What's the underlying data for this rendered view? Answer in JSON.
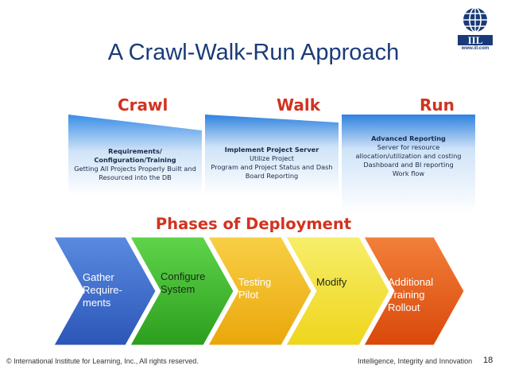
{
  "slide": {
    "title": "A Crawl-Walk-Run Approach",
    "logo_url": "www.iil.com",
    "brand_color": "#1a3b78",
    "accent_color": "#d1331f"
  },
  "stages": [
    {
      "heading": "Crawl",
      "bold": "Requirements/ Configuration/Training",
      "lines": [
        "Getting All Projects Properly Built and Resourced into the DB"
      ]
    },
    {
      "heading": "Walk",
      "bold": "Implement Project Server",
      "lines": [
        "Utilize Project",
        "Program and Project Status and Dash Board Reporting"
      ]
    },
    {
      "heading": "Run",
      "bold": "Advanced Reporting",
      "lines": [
        "Server for resource allocation/utilization and costing",
        "Dashboard and BI reporting",
        "Work flow"
      ]
    }
  ],
  "phases": {
    "title": "Phases of Deployment",
    "items": [
      {
        "label": "Gather Require-ments",
        "color": "#3f6fcf"
      },
      {
        "label": "Configure System",
        "color": "#3fbf2f"
      },
      {
        "label": "Testing Pilot",
        "color": "#f2b81a"
      },
      {
        "label": "Modify",
        "color": "#f3e23a"
      },
      {
        "label": "Additional Training Rollout",
        "color": "#e55b13"
      }
    ]
  },
  "footer": {
    "copyright": "© International Institute for Learning, Inc., All rights reserved.",
    "tagline": "Intelligence, Integrity and Innovation",
    "page_number": "18"
  }
}
